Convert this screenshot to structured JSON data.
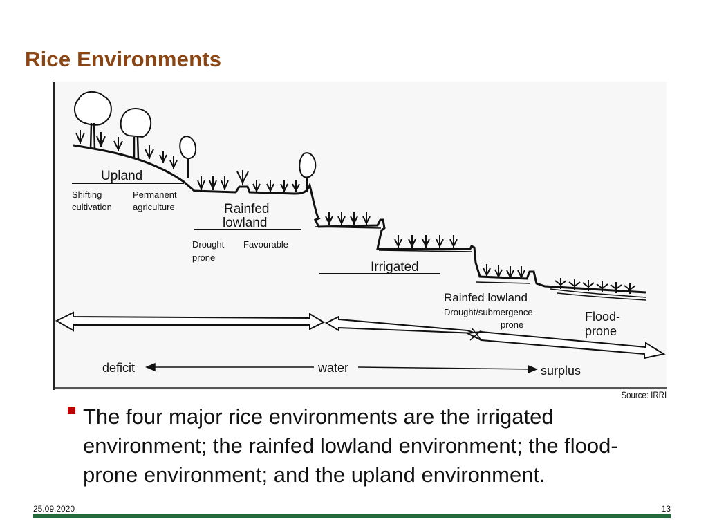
{
  "slide": {
    "title": "Rice Environments",
    "source": "Source: IRRI",
    "bullet": "The four major rice environments are the irrigated environment; the rainfed lowland environment; the flood-prone environment; and the upland environment.",
    "date": "25.09.2020",
    "page": "13"
  },
  "diagram": {
    "upland": "Upland",
    "shifting_line1": "Shifting",
    "shifting_line2": "cultivation",
    "permanent_line1": "Permanent",
    "permanent_line2": "agriculture",
    "rainfed_line1": "Rainfed",
    "rainfed_line2": "lowland",
    "drought_line1": "Drought-",
    "drought_line2": "prone",
    "favourable": "Favourable",
    "irrigated": "Irrigated",
    "rainfed_lowland": "Rainfed lowland",
    "drought_sub_line1": "Drought/submergence-",
    "drought_sub_line2": "prone",
    "flood_line1": "Flood-",
    "flood_line2": "prone",
    "deficit": "deficit",
    "water": "water",
    "surplus": "surplus"
  },
  "colors": {
    "title": "#8B4513",
    "bullet_marker": "#c00000",
    "footer_rule": "#1f6b3a"
  }
}
